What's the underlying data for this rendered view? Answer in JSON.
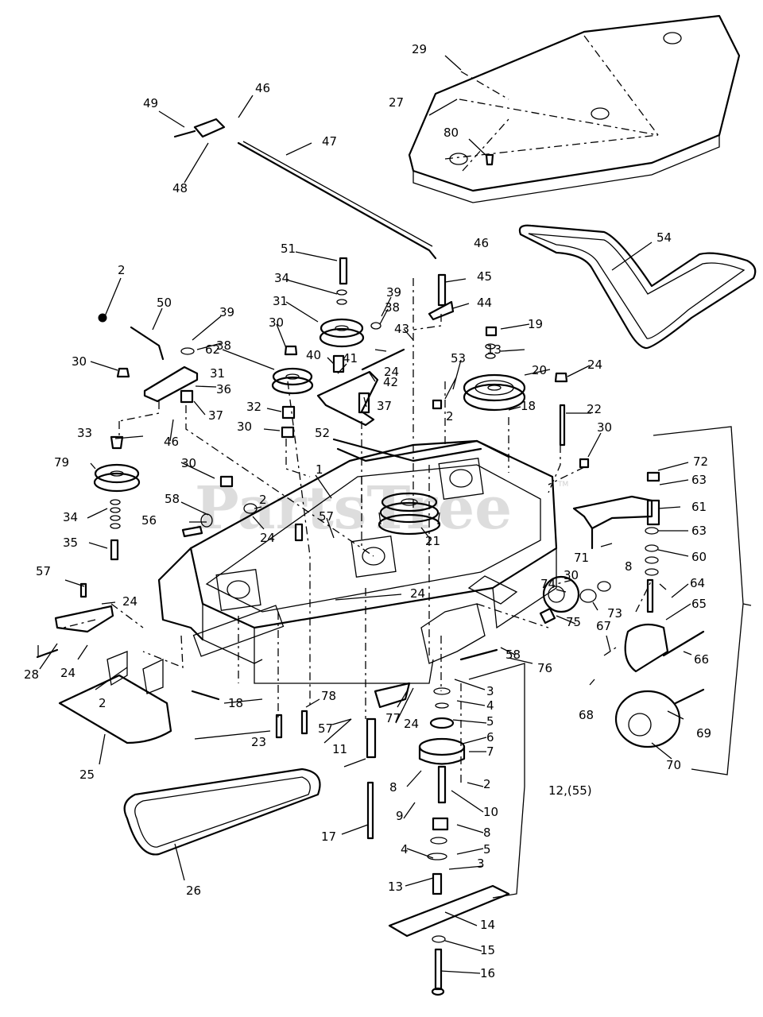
{
  "watermark": {
    "text": "PartsTree",
    "trademark": "TM"
  },
  "colors": {
    "ink": "#000000",
    "paper": "#ffffff",
    "watermark": "#d2d2d2"
  },
  "callouts": {
    "c1": "1",
    "c2a": "2",
    "c2b": "2",
    "c2c": "2",
    "c2d": "2",
    "c2e": "2",
    "c3a": "3",
    "c3b": "3",
    "c4a": "4",
    "c4b": "4",
    "c5a": "5",
    "c5b": "5",
    "c6": "6",
    "c7": "7",
    "c8a": "8",
    "c8b": "8",
    "c8c": "8",
    "c9": "9",
    "c10": "10",
    "c11": "11",
    "c12": "12,(55)",
    "c13a": "13",
    "c13b": "13",
    "c14": "14",
    "c15": "15",
    "c16": "16",
    "c17": "17",
    "c18a": "18",
    "c18b": "18",
    "c19": "19",
    "c20": "20",
    "c21": "21",
    "c22": "22",
    "c23": "23",
    "c24a": "24",
    "c24b": "24",
    "c24c": "24",
    "c24d": "24",
    "c24e": "24",
    "c24f": "24",
    "c24g": "24",
    "c25": "25",
    "c26": "26",
    "c27": "27",
    "c28": "28",
    "c29": "29",
    "c30a": "30",
    "c30b": "30",
    "c30c": "30",
    "c30d": "30",
    "c30e": "30",
    "c30f": "30",
    "c31a": "31",
    "c31b": "31",
    "c32": "32",
    "c33": "33",
    "c34a": "34",
    "c34b": "34",
    "c35": "35",
    "c36": "36",
    "c37a": "37",
    "c37b": "37",
    "c38a": "38",
    "c38b": "38",
    "c39a": "39",
    "c39b": "39",
    "c40": "40",
    "c41": "41",
    "c42": "42",
    "c43": "43",
    "c44": "44",
    "c45": "45",
    "c46a": "46",
    "c46b": "46",
    "c46c": "46",
    "c47": "47",
    "c48": "48",
    "c49": "49",
    "c50": "50",
    "c51": "51",
    "c52": "52",
    "c53": "53",
    "c54": "54",
    "c56": "56",
    "c57a": "57",
    "c57b": "57",
    "c57c": "57",
    "c58a": "58",
    "c58b": "58",
    "c60": "60",
    "c61": "61",
    "c62": "62",
    "c63a": "63",
    "c63b": "63",
    "c64": "64",
    "c65": "65",
    "c66": "66",
    "c67": "67",
    "c68": "68",
    "c69": "69",
    "c70": "70",
    "c71": "71",
    "c72": "72",
    "c73": "73",
    "c74": "74",
    "c75": "75",
    "c76": "76",
    "c77": "77",
    "c78": "78",
    "c79": "79",
    "c80": "80"
  }
}
